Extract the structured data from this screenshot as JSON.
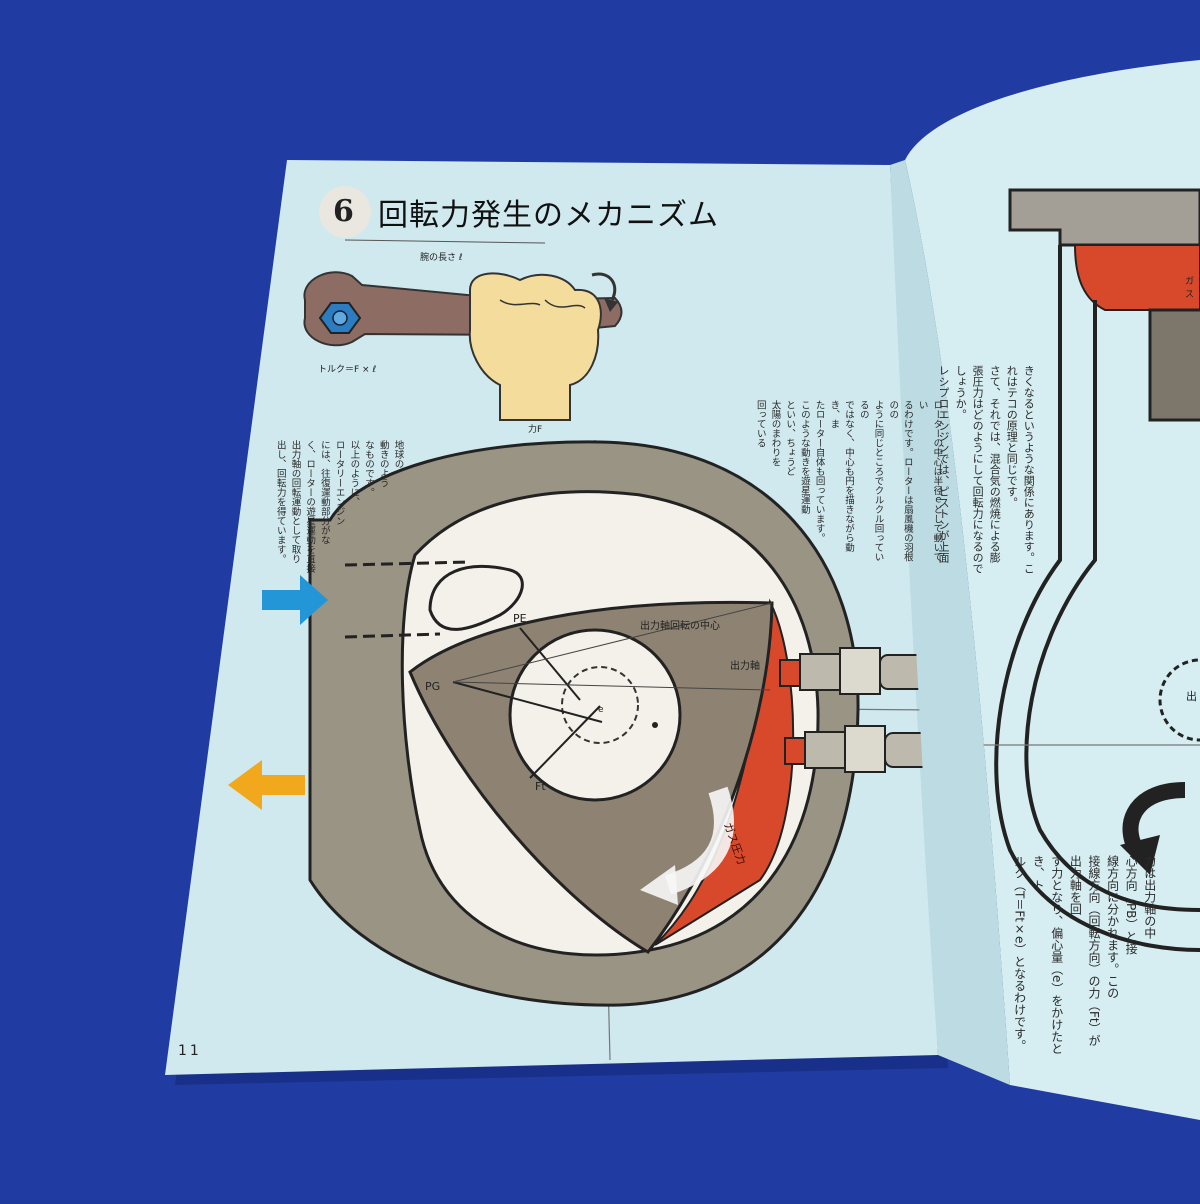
{
  "page": {
    "section_number": "6",
    "title": "回転力発生のメカニズム",
    "page_number": "11"
  },
  "wrench_figure": {
    "arm_length_label": "腕の長さ ℓ",
    "torque_label": "トルク＝F × ℓ",
    "force_label": "力F"
  },
  "rotor_figure": {
    "pe_label": "PE",
    "pg_label": "PG",
    "ft_label": "Ft",
    "e_label": "e",
    "center_label": "出力軸回転の中心",
    "shaft_label": "出力軸",
    "gas_pressure_label": "ガス圧力"
  },
  "columns": {
    "text_a": "地球の\n動きのよう\nなものです。\n以上のように、\nロータリーエンジン\nには、往復運動部分がな\nく、ローターの遊星運動を直接\n出力軸の回転運動として取り\n出し、回転力を得ています。",
    "text_b": "ローターの中心は半径ｅとして動いてい\nるわけです。ローターは扇風機の羽根のの\nように同じところでクルクル回っているの\nではなく、中心も円を描きながら動き、ま\nたローター自体も回っています。\nこのような動きを遊星運動\nといい、ちょうど\n太陽のまわりを\n回っている"
  },
  "right_page": {
    "text_c": "きくなるというような関係にあります。こ\nれはテコの原理と同じです。\nさて、それでは、混合気の燃焼による膨\n張圧力はどのようにして回転力になるので\nしょうか。\nレシプロエンジンでは、ピストンが上面",
    "text_d": "力は出力軸の中\n心方向（PB）と接\n線方向に分かれます。この\n接線方向（回転方向）の力（Ft）が出力軸を回\nす力となり、偏心量（e）をかけたとき、ト\nルク（T＝Ft×e）となるわけです。",
    "label_gas": "ガス",
    "label_out": "出"
  },
  "colors": {
    "background": "#1f3a9e",
    "page": "#cfe9ef",
    "housing": "#9a9485",
    "rotor": "#8e8373",
    "gas": "#d8492c",
    "intake_arrow": "#2396d8",
    "exhaust_arrow": "#f2a81d"
  },
  "icons": [
    "wrench-icon",
    "fist-icon",
    "curved-arrow-icon",
    "spark-plug-icon",
    "intake-arrow-icon",
    "exhaust-arrow-icon",
    "rotation-arrow-icon"
  ]
}
